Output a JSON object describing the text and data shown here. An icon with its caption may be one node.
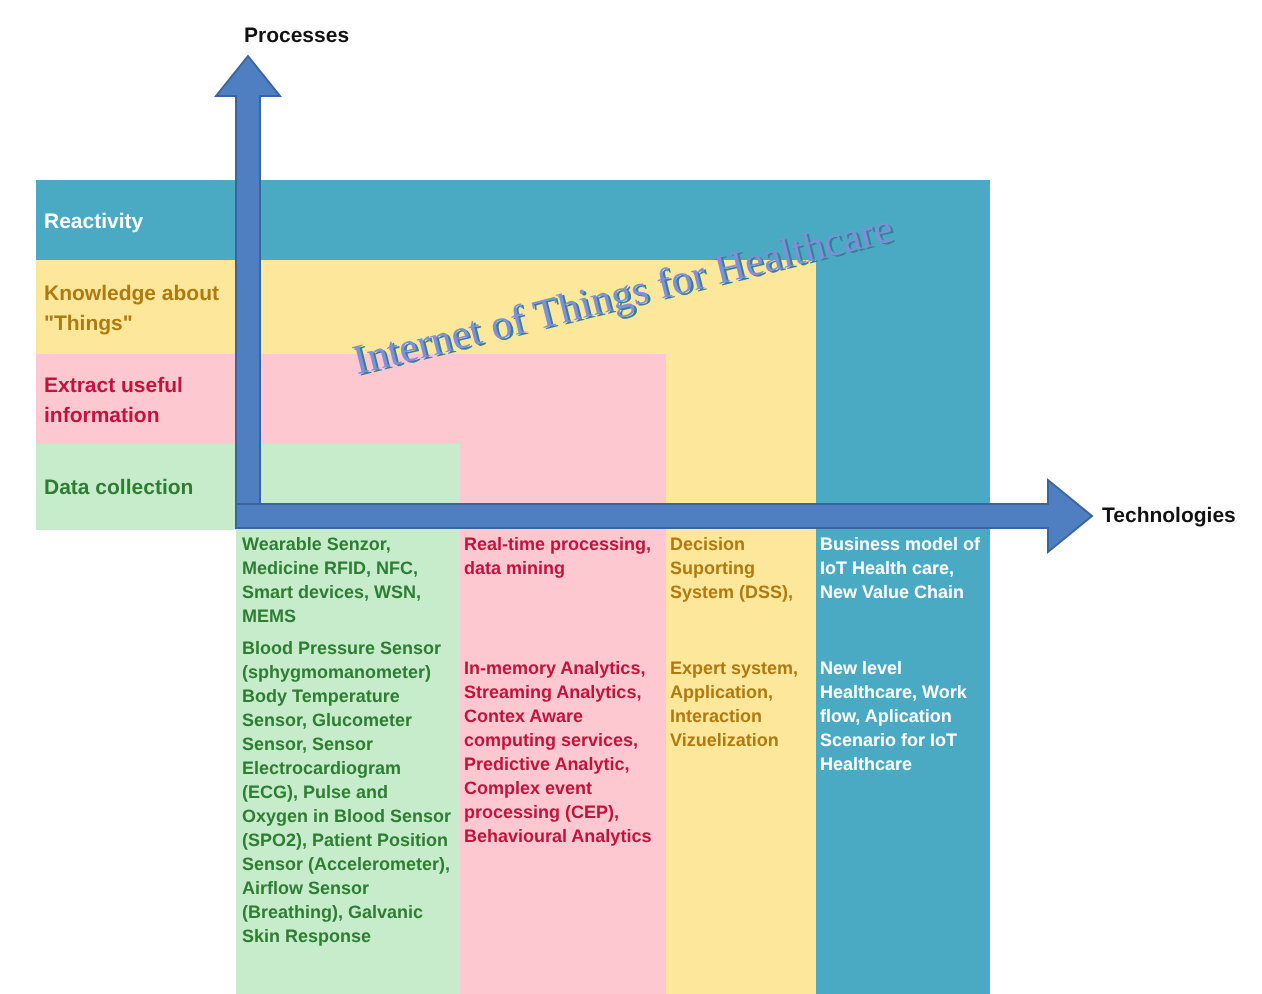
{
  "diagram": {
    "title": "Internet of Things for Healthcare",
    "nodes": [
      {
        "text": [
          "Reactivity",
          "Business model of IoT Health care, New Value Chain",
          "New level Healthcare,  Work flow, Aplication Scenario for IoT Healthcare"
        ]
      },
      {
        "text": [
          "Knowledge about \"Things\"",
          "Decision Suporting System (DSS),",
          "Expert system, Application, Interaction Vizuelization"
        ],
        "in": 0
      },
      {
        "text": [
          "Extract useful information",
          "Real-time processing, data mining",
          "In-memory Analytics, Streaming Analytics, Contex Aware computing services, Predictive Analytic, Complex event processing (CEP), Behavioural Analytics"
        ],
        "in": 1
      },
      {
        "text": [
          "Data collection",
          "Wearable Senzor, Medicine  RFID, NFC, Smart devices, WSN, MEMS",
          "Blood Pressure Sensor (sphygmomanometer) Body Temperature Sensor,  Glucometer Sensor, Sensor Electrocardiogram (ECG), Pulse and Oxygen in Blood Sensor (SPO2), Patient Position Sensor (Accelerometer), Airflow Sensor (Breathing), Galvanic Skin Response"
        ],
        "in": 2
      }
    ],
    "labels": [
      "Processes",
      "Technologies"
    ]
  }
}
